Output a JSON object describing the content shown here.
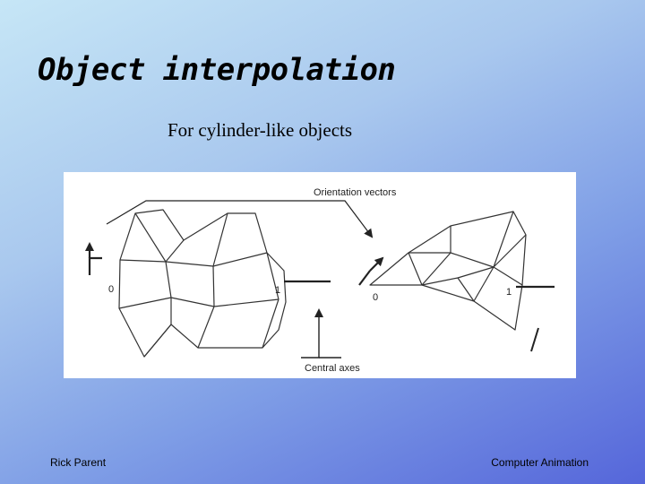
{
  "slide": {
    "title": "Object interpolation",
    "subtitle": "For cylinder-like objects"
  },
  "figure": {
    "orientation_label": "Orientation vectors",
    "axes_label": "Central axes",
    "left_start_label": "0",
    "left_end_label": "1",
    "right_start_label": "0",
    "right_end_label": "1"
  },
  "footer": {
    "author": "Rick Parent",
    "course": "Computer Animation"
  }
}
